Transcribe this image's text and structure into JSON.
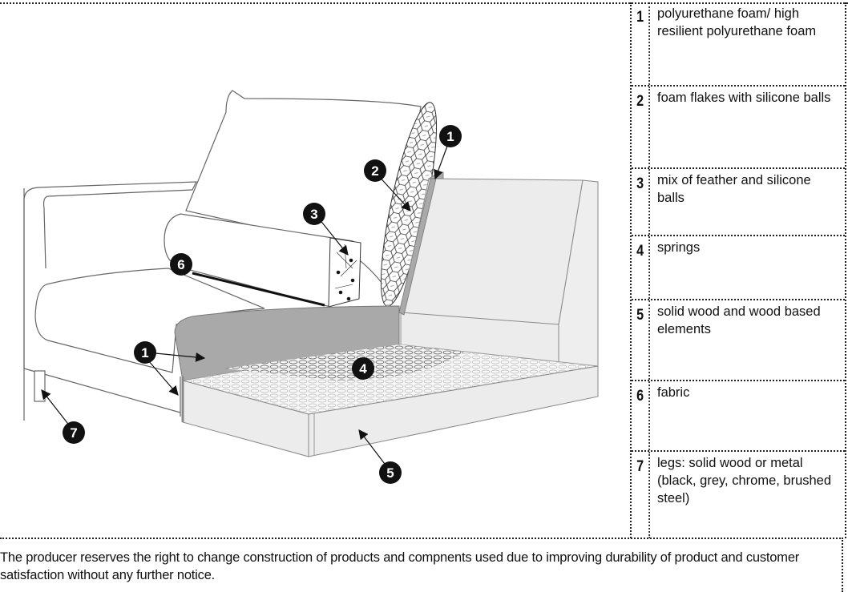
{
  "legend": {
    "items": [
      {
        "number": "1",
        "label": "polyurethane foam/ high resilient polyurethane foam"
      },
      {
        "number": "2",
        "label": "foam flakes with silicone balls"
      },
      {
        "number": "3",
        "label": "mix of feather and silicone balls"
      },
      {
        "number": "4",
        "label": "springs"
      },
      {
        "number": "5",
        "label": " solid wood and wood based elements"
      },
      {
        "number": "6",
        "label": "fabric"
      },
      {
        "number": "7",
        "label": "legs:  solid wood or metal (black, grey, chrome, brushed steel)"
      }
    ]
  },
  "diagram": {
    "subject": "sofa module cutaway",
    "callouts": [
      {
        "number": "1",
        "target": "back foam layer"
      },
      {
        "number": "2",
        "target": "back cushion filling"
      },
      {
        "number": "3",
        "target": "bolster cushion filling"
      },
      {
        "number": "6",
        "target": "cushion cover fabric"
      },
      {
        "number": "1",
        "target": "seat foam block"
      },
      {
        "number": "4",
        "target": "spring base"
      },
      {
        "number": "5",
        "target": "wooden frame"
      },
      {
        "number": "7",
        "target": "leg"
      }
    ],
    "colors": {
      "foam": "#a9a9a9",
      "frame": "#ececec",
      "outline": "#555555",
      "callout": "#111111"
    }
  },
  "notice": "The producer reserves the right to change construction of products and compnents used due to improving durability of product and customer satisfaction without any further notice."
}
